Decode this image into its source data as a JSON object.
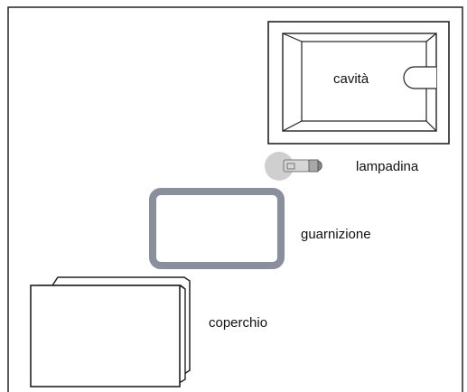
{
  "labels": {
    "cavity": "cavità",
    "bulb": "lampadina",
    "gasket": "guarnizione",
    "cover": "coperchio"
  },
  "colors": {
    "line": "#222222",
    "gasket": "#8a8f9c",
    "bulb_glass": "#c8c8c8",
    "bulb_base": "#9a9a9a",
    "background": "#ffffff"
  }
}
